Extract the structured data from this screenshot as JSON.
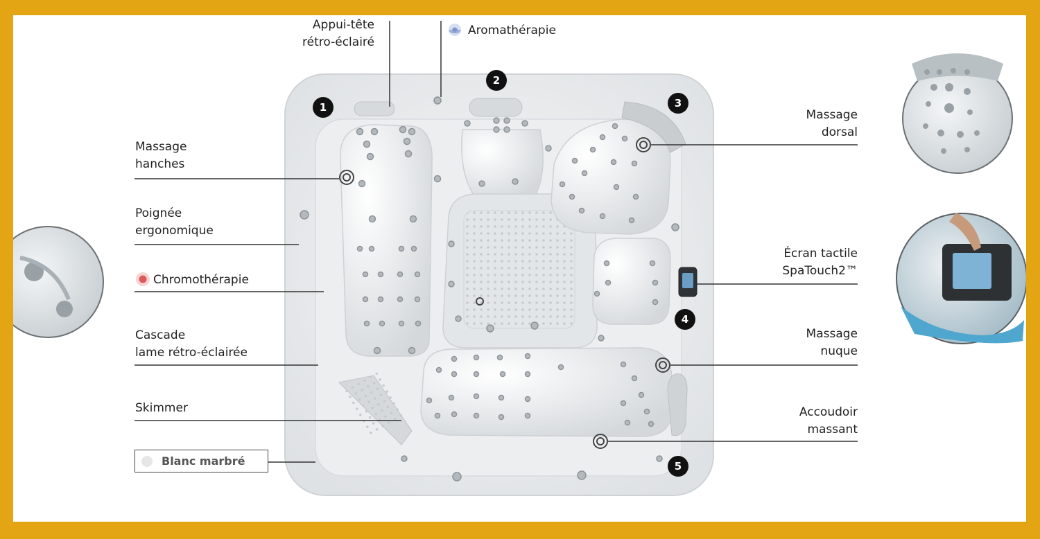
{
  "colors": {
    "frame": "#E3A514",
    "background": "#FFFFFF",
    "shell": "#E9EBEC",
    "text": "#222222",
    "leader": "#333333",
    "marker": "#111111"
  },
  "labels": {
    "appui_tete": [
      "Appui-tête",
      "rétro-éclairé"
    ],
    "aromatherapie": "Aromathérapie",
    "massage_hanches": [
      "Massage",
      "hanches"
    ],
    "poignee": [
      "Poignée",
      "ergonomique"
    ],
    "chromotherapie": "Chromothérapie",
    "cascade": [
      "Cascade",
      "lame rétro-éclairée"
    ],
    "skimmer": "Skimmer",
    "massage_dorsal": [
      "Massage",
      "dorsal"
    ],
    "ecran": [
      "Écran tactile",
      "SpaTouch2™"
    ],
    "massage_nuque": [
      "Massage",
      "nuque"
    ],
    "accoudoir": [
      "Accoudoir",
      "massant"
    ]
  },
  "legend": {
    "finish": "Blanc marbré"
  },
  "seats": [
    "1",
    "2",
    "3",
    "4",
    "5"
  ],
  "icons": {
    "aromatherapie": "lotus-icon",
    "chromotherapie": "light-bulb-icon",
    "finish_swatch": "color-swatch-icon"
  }
}
